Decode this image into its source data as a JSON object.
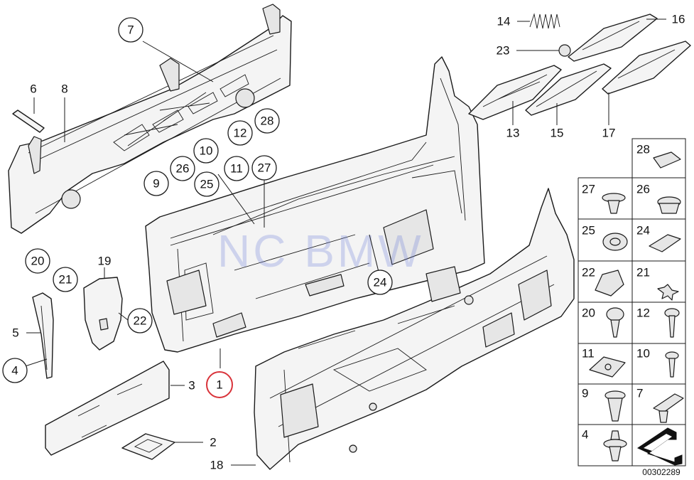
{
  "diagram": {
    "watermark": "NC BMW",
    "drawing_number": "00302289",
    "highlight_color": "#d9333a",
    "highlighted_part": "1",
    "callouts": [
      "7",
      "12",
      "28",
      "10",
      "26",
      "11",
      "27",
      "9",
      "25",
      "20",
      "21",
      "22",
      "24",
      "1",
      "4"
    ],
    "plain_labels": [
      "6",
      "8",
      "19",
      "5",
      "3",
      "2",
      "18",
      "14",
      "16",
      "23",
      "13",
      "15",
      "17"
    ],
    "legend": [
      {
        "left": "28",
        "right": ""
      },
      {
        "left": "27",
        "right": "26"
      },
      {
        "left": "25",
        "right": "24"
      },
      {
        "left": "22",
        "right": "21"
      },
      {
        "left": "20",
        "right": "12"
      },
      {
        "left": "11",
        "right": "10"
      },
      {
        "left": "9",
        "right": "7"
      },
      {
        "left": "4",
        "right": ""
      }
    ]
  }
}
